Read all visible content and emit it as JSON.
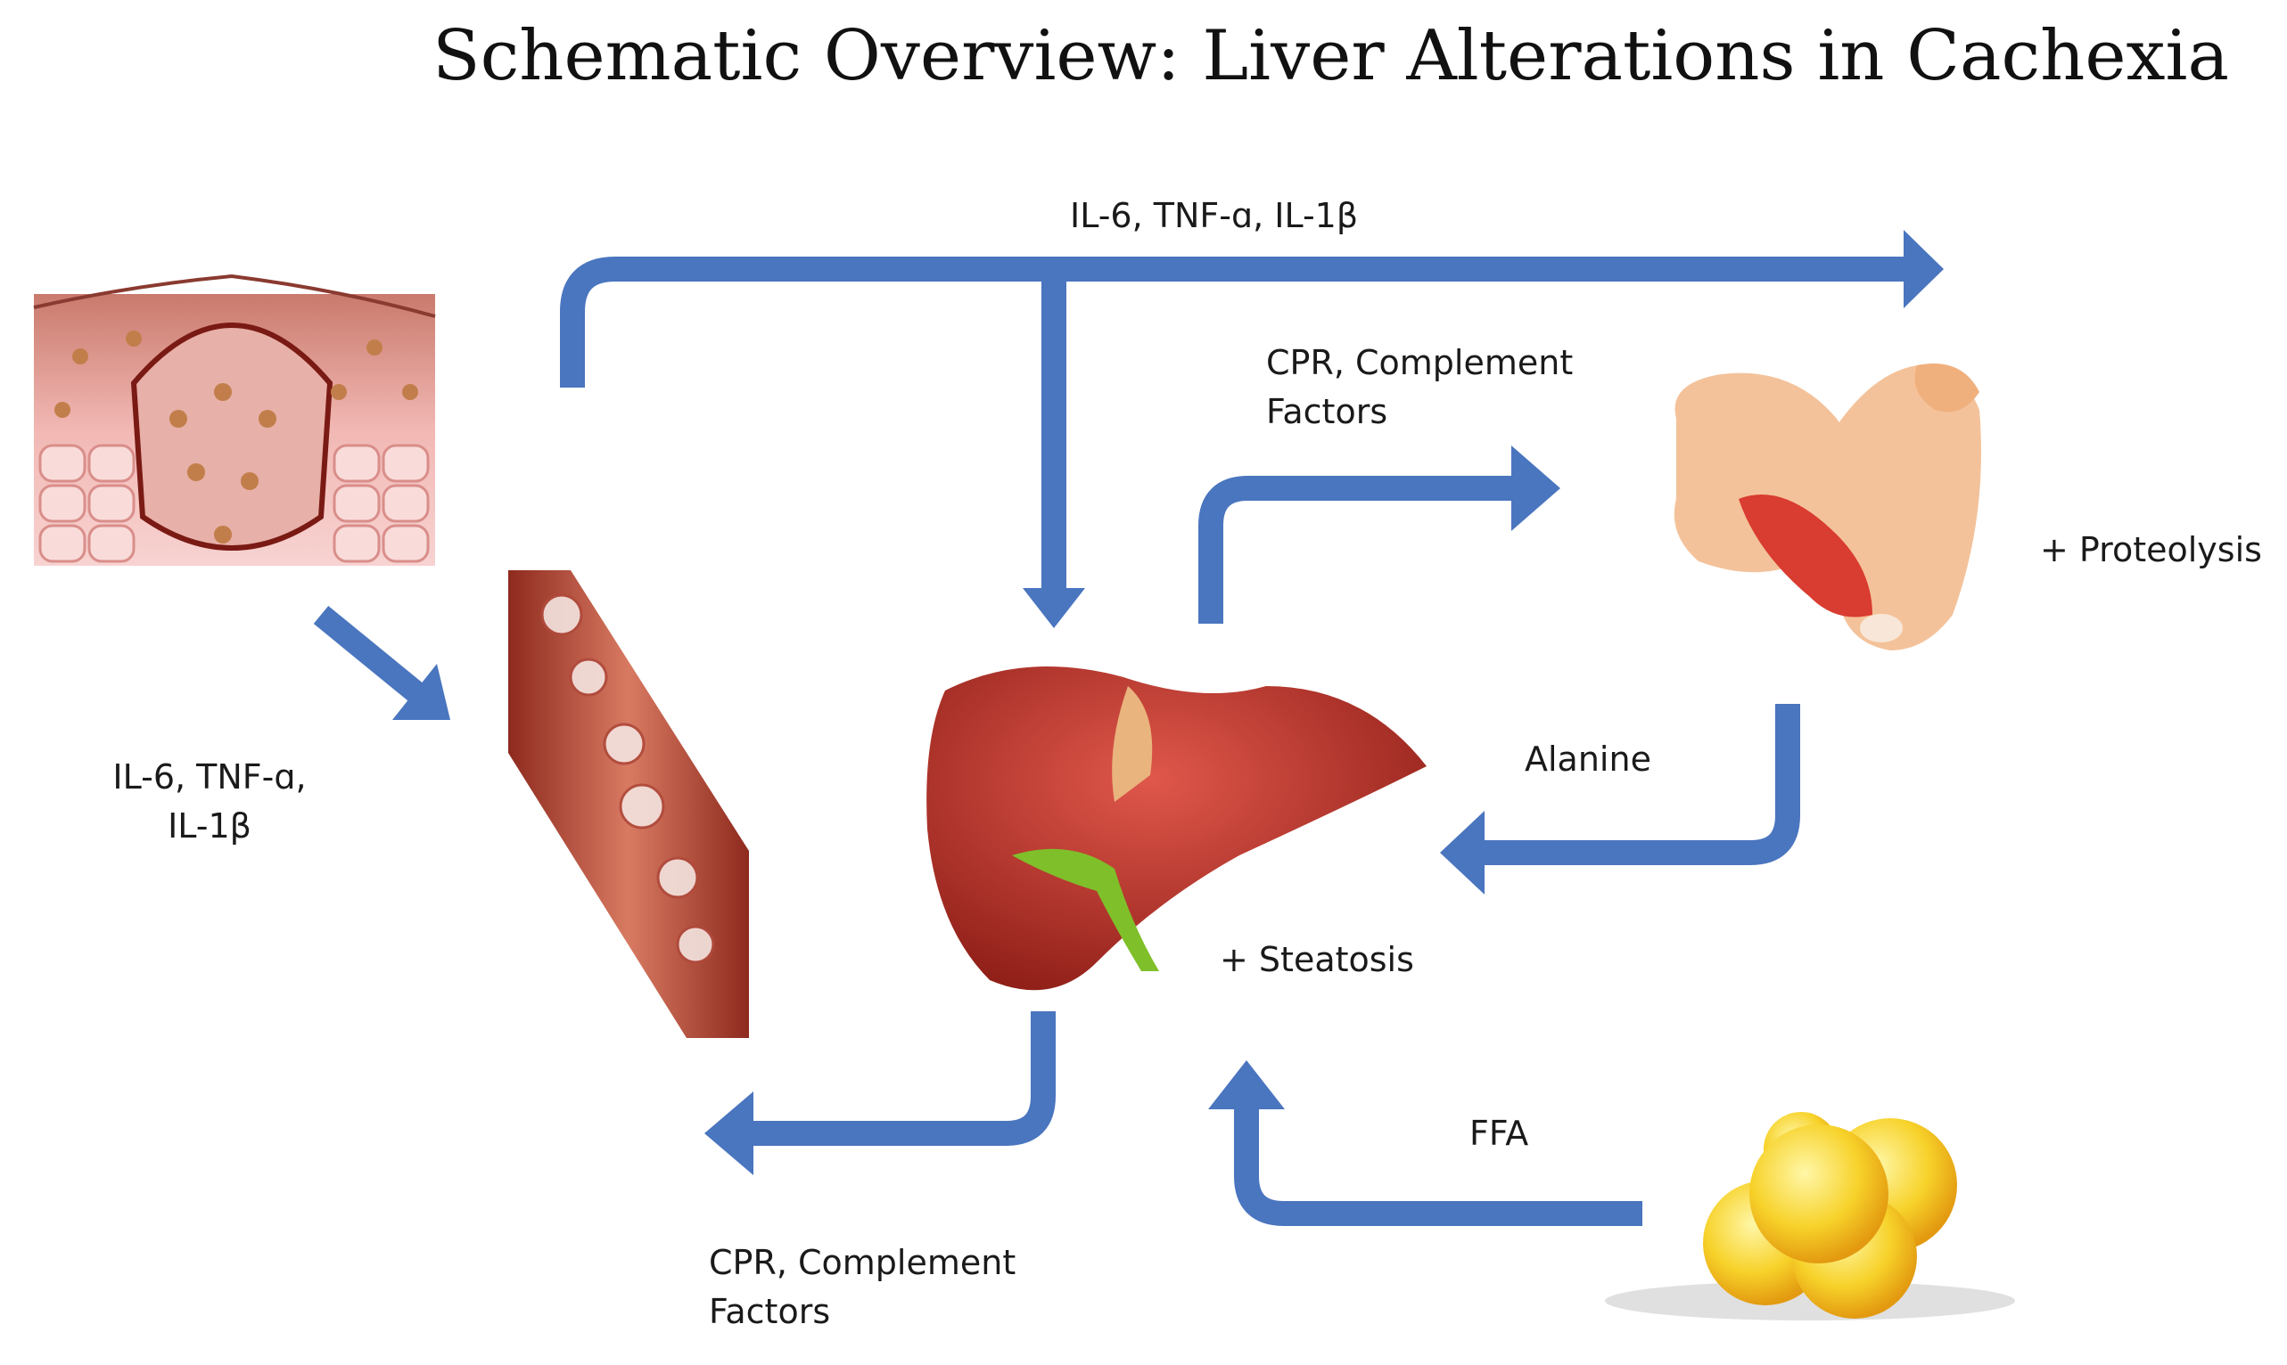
{
  "title": "Schematic Overview: Liver Alterations in Cachexia",
  "colors": {
    "arrow": "#4a75bf",
    "liver": "#b8302a",
    "muscle": "#d93c30",
    "skin": "#f4c29a",
    "fat": "#f5c518",
    "vessel": "#a8392a"
  },
  "labels": {
    "top_cytokines": "IL-6, TNF-ɑ, IL-1β",
    "left_cytokines_line1": "IL-6, TNF-ɑ,",
    "left_cytokines_line2": "IL-1β",
    "crp_upper_line1": "CPR, Complement",
    "crp_upper_line2": "Factors",
    "proteolysis": "+ Proteolysis",
    "alanine": "Alanine",
    "steatosis": "+ Steatosis",
    "ffa": "FFA",
    "crp_lower_line1": "CPR, Complement",
    "crp_lower_line2": "Factors"
  },
  "icons": [
    "tumor-tissue-icon",
    "blood-vessel-icon",
    "liver-icon",
    "muscle-arm-icon",
    "fat-cells-icon"
  ]
}
